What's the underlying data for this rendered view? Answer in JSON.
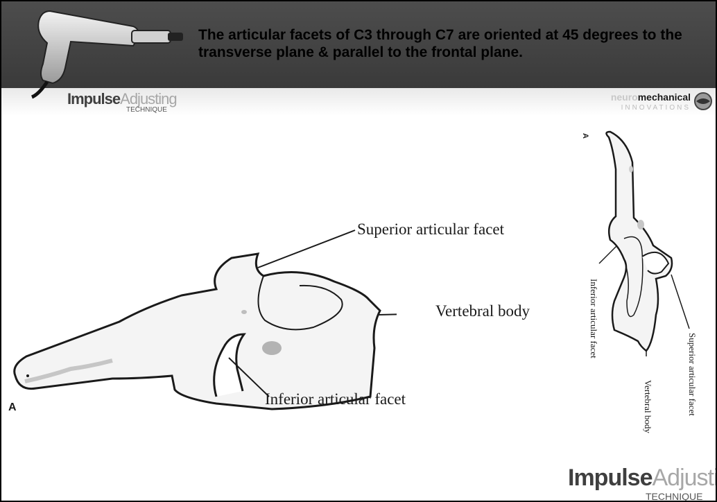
{
  "slide": {
    "title": "The articular facets of C3 through C7 are oriented at 45 degrees to the transverse plane & parallel to the frontal plane.",
    "brand": {
      "impulse_bold": "Impulse",
      "impulse_light": "Adjusting",
      "technique": "TECHNIQUE",
      "neuro": "neuro",
      "mechanical": "mechanical",
      "innovations": "INNOVATIONS"
    },
    "left_figure": {
      "panel_label": "A",
      "labels": {
        "superior": "Superior articular facet",
        "vertebral": "Vertebral body",
        "inferior": "Inferior articular facet"
      }
    },
    "right_figure": {
      "panel_label": "A",
      "labels": {
        "inferior": "Inferior articular facet",
        "vertebral": "Vertebral body",
        "superior": "Superior articular facet"
      }
    },
    "colors": {
      "header": "#3f3f3f",
      "bone_fill": "#f4f4f4",
      "line": "#1a1a1a"
    }
  }
}
